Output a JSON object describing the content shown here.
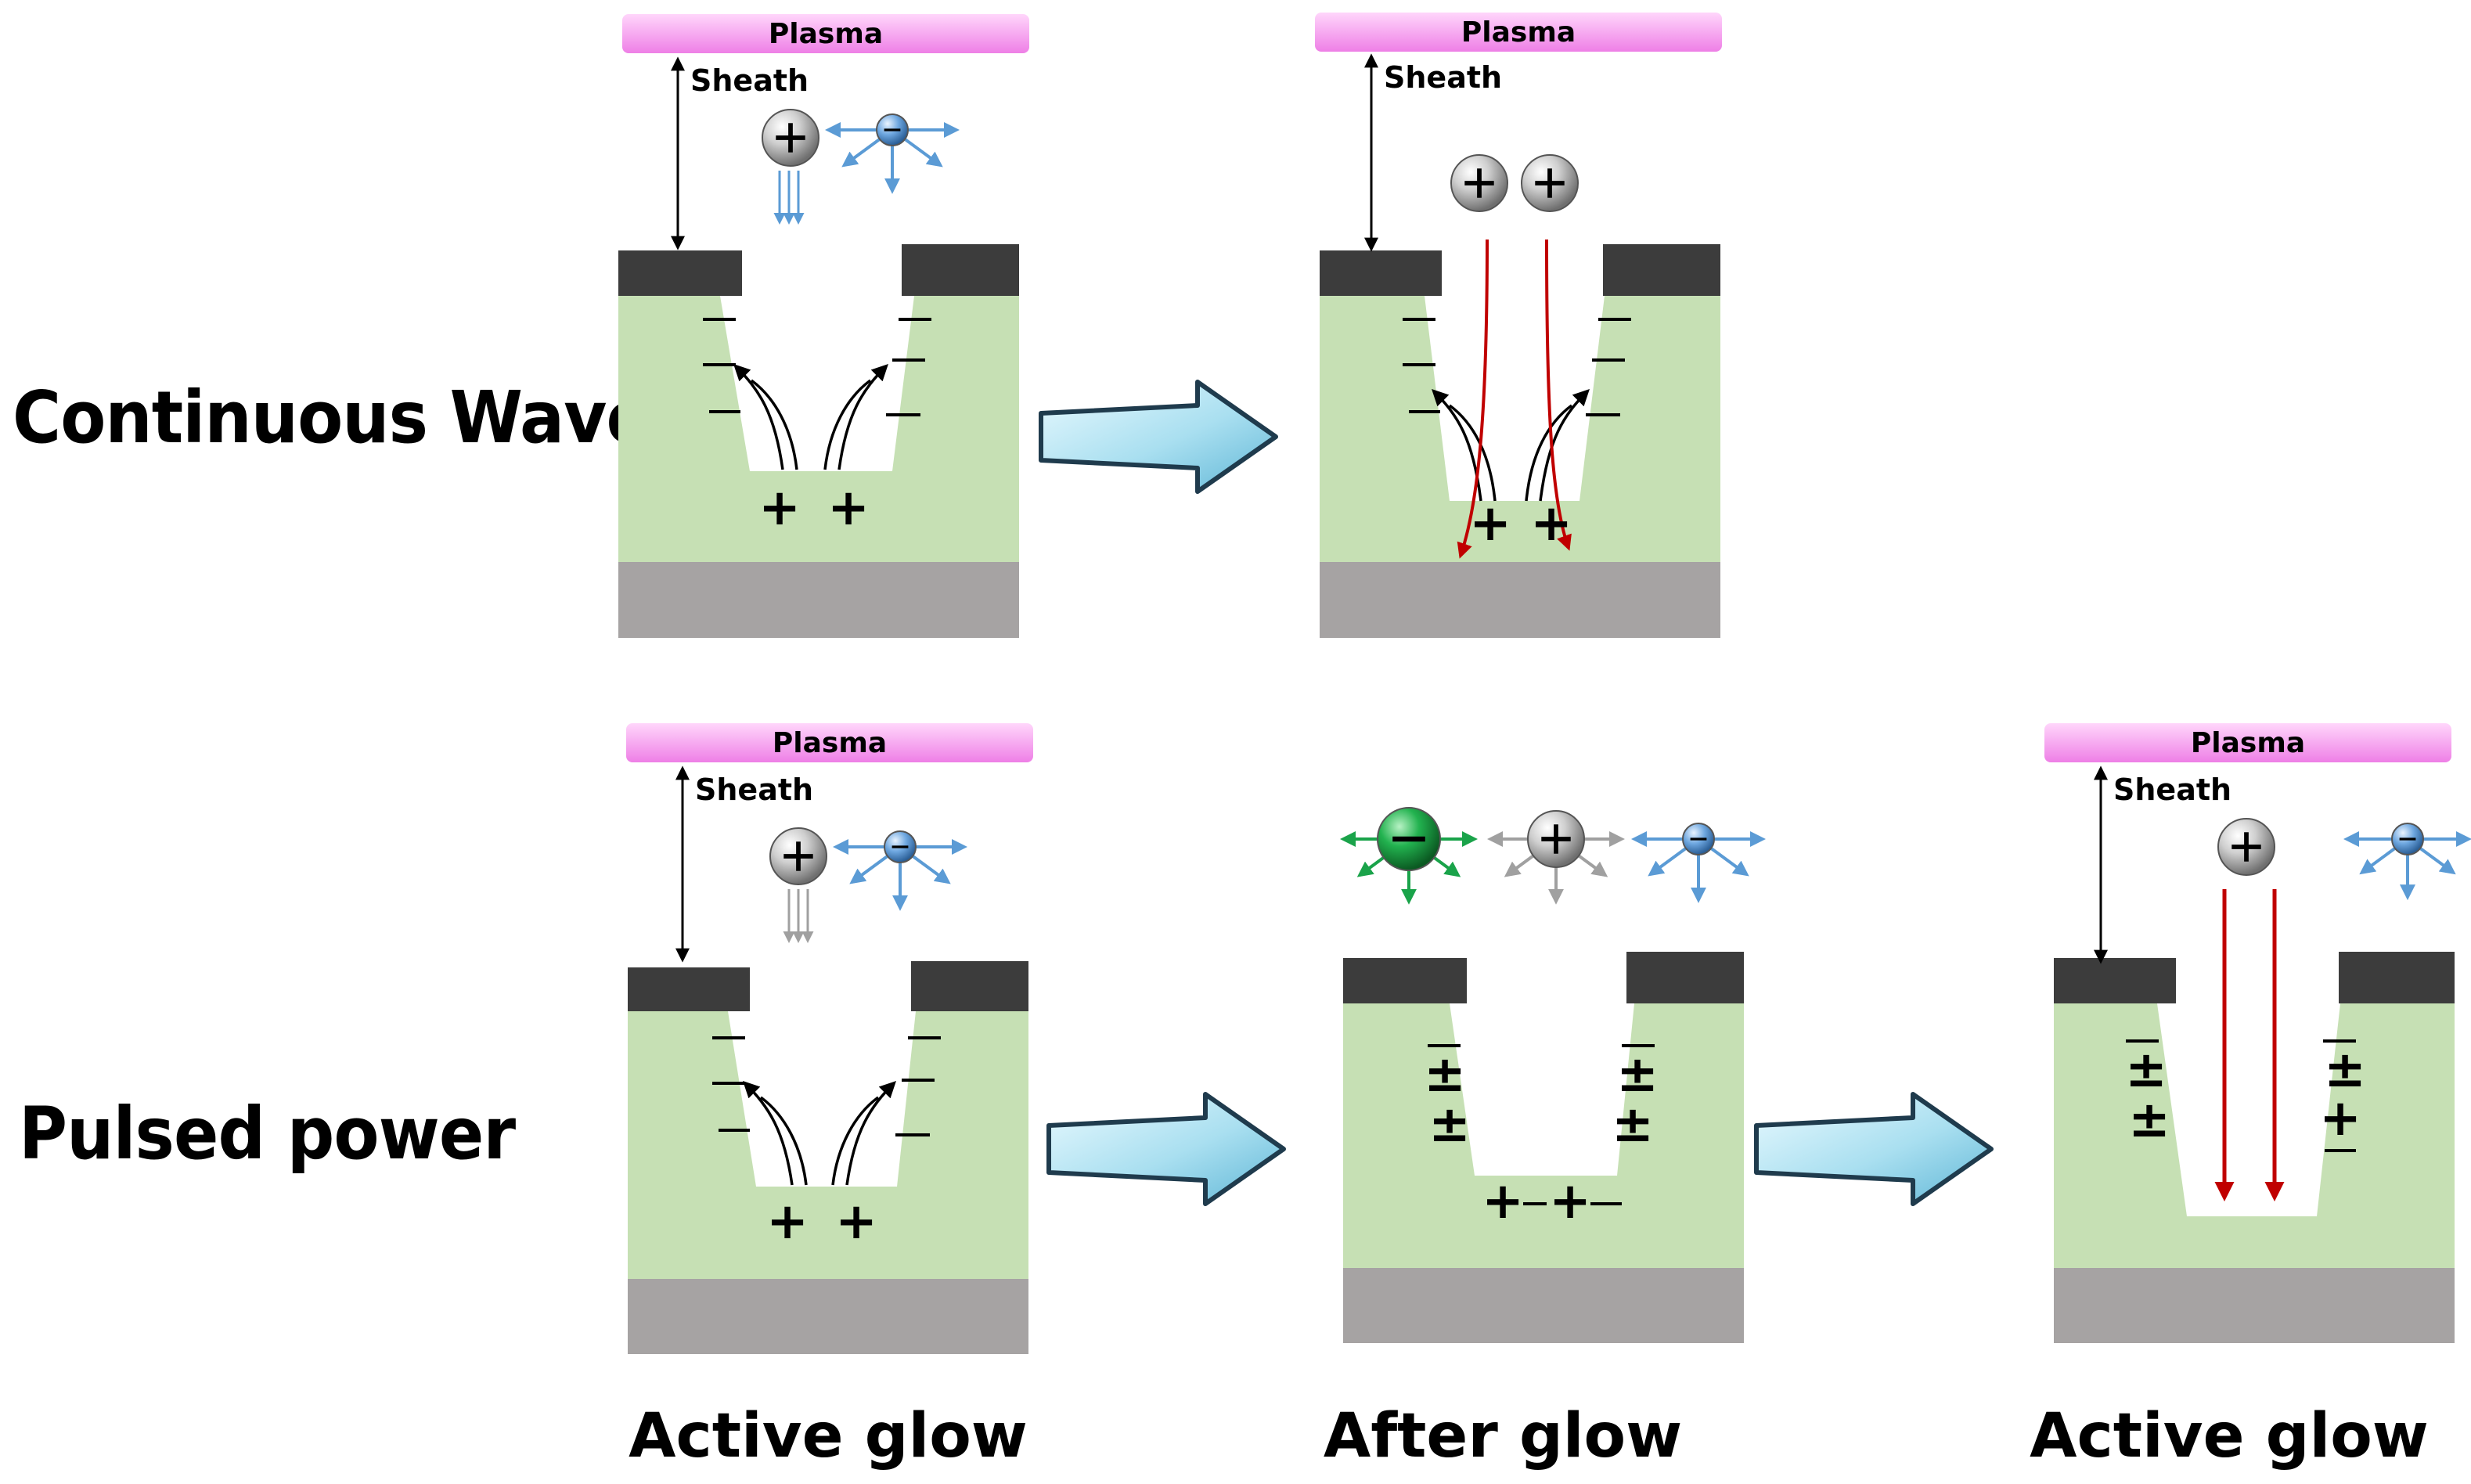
{
  "rows": {
    "continuous_wave": "Continuous Wave",
    "pulsed_power": "Pulsed power"
  },
  "columns": {
    "active_glow_1": "Active glow",
    "after_glow": "After glow",
    "active_glow_2": "Active glow"
  },
  "panel_labels": {
    "plasma": "Plasma",
    "sheath": "Sheath"
  },
  "symbols": {
    "plus": "+",
    "minus": "−",
    "plus_minus": "±"
  },
  "colors": {
    "plasma_bar": "#f290ec",
    "substrate_layer": "#c6e0b4",
    "mask": "#3c3c3c",
    "base": "#a6a3a3",
    "electron_arrow": "#5b9bd5",
    "negative_ion": "#1aa34a",
    "ion_trajectory": "#c00000",
    "process_arrow": "#9fd8ee"
  }
}
